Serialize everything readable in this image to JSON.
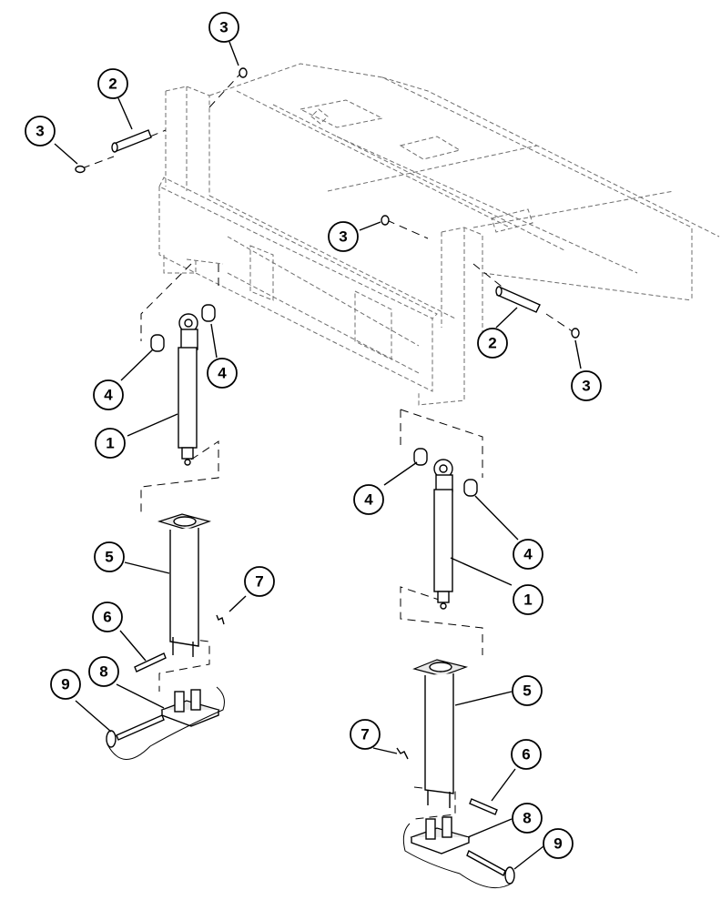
{
  "callouts": [
    {
      "id": "c3-top",
      "number": "3"
    },
    {
      "id": "c2-top",
      "number": "2"
    },
    {
      "id": "c3-left",
      "number": "3"
    },
    {
      "id": "c3-mid",
      "number": "3"
    },
    {
      "id": "c2-right",
      "number": "2"
    },
    {
      "id": "c3-right",
      "number": "3"
    },
    {
      "id": "c4-left-a",
      "number": "4"
    },
    {
      "id": "c4-left-b",
      "number": "4"
    },
    {
      "id": "c1-left",
      "number": "1"
    },
    {
      "id": "c5-left",
      "number": "5"
    },
    {
      "id": "c7-left",
      "number": "7"
    },
    {
      "id": "c6-left",
      "number": "6"
    },
    {
      "id": "c8-left",
      "number": "8"
    },
    {
      "id": "c9-left",
      "number": "9"
    },
    {
      "id": "c4-right-a",
      "number": "4"
    },
    {
      "id": "c4-right-b",
      "number": "4"
    },
    {
      "id": "c1-right",
      "number": "1"
    },
    {
      "id": "c5-right",
      "number": "5"
    },
    {
      "id": "c7-right",
      "number": "7"
    },
    {
      "id": "c6-right",
      "number": "6"
    },
    {
      "id": "c8-right",
      "number": "8"
    },
    {
      "id": "c9-right",
      "number": "9"
    }
  ]
}
